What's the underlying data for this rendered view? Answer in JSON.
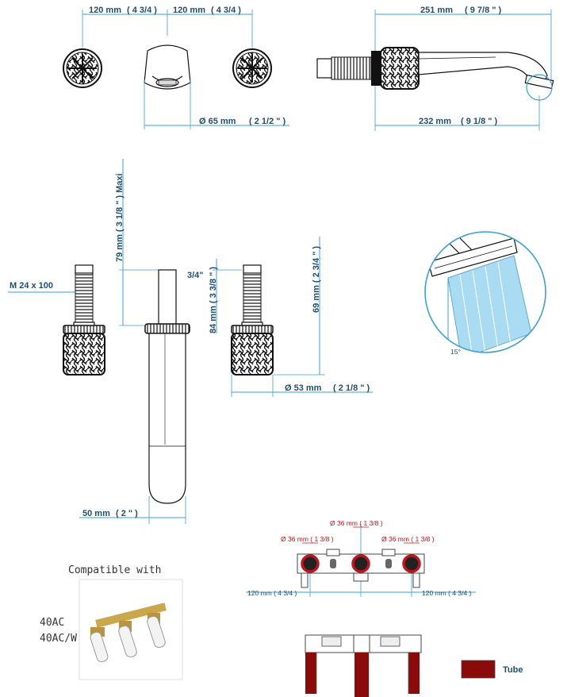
{
  "dimensions": {
    "top_left_spacing": "120 mm",
    "top_left_spacing_in": "( 4 3/4 )",
    "top_right_spacing": "120 mm",
    "top_right_spacing_in": "( 4 3/4 )",
    "spout_diameter": "Ø  65 mm",
    "spout_diameter_in": "( 2 1/2 \" )",
    "spout_length_total": "251 mm",
    "spout_length_total_in": "( 9 7/8 \" )",
    "spout_length": "232 mm",
    "spout_length_in": "( 9 1/8 \" )",
    "max_height": "79 mm  ( 3 1/8 \" )  Maxi",
    "thread": "M  24  x 100",
    "pipe_size": "3/4\"",
    "handle_height_84": "84 mm  ( 3 3/8 \" )",
    "handle_height_69": "69 mm  ( 2 3/4 \" )",
    "handle_diameter": "Ø  53 mm",
    "handle_diameter_in": "( 2 1/8 \" )",
    "spout_width": "50 mm",
    "spout_width_in": "( 2 \" )",
    "spray_angle": "15°"
  },
  "valve": {
    "hole_center": "Ø  36 mm  ( 1 3/8 )",
    "hole_left": "Ø  36 mm  ( 1 3/8 )",
    "hole_right": "Ø  36 mm  ( 1 3/8 )",
    "spacing_left": "120 mm  ( 4 3/4 )",
    "spacing_right": "120 mm  ( 4 3/4 )"
  },
  "compatible": {
    "heading": "Compatible with",
    "model_1": "40AC",
    "model_2": "40AC/W"
  },
  "legend": {
    "label": "Tube",
    "color": "#8b0a0a"
  },
  "colors": {
    "dimension_line": "#3d9fd6",
    "dimension_text": "#1f4f6e",
    "water_fill": "#a9dcf3",
    "hole_red": "#c0141b"
  }
}
